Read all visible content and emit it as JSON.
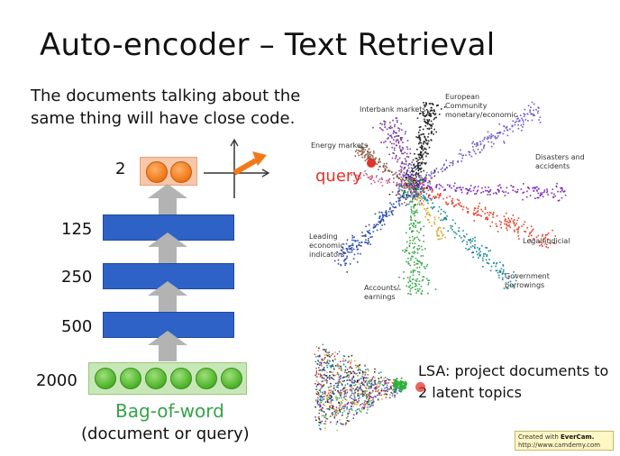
{
  "slide": {
    "title": "Auto-encoder – Text Retrieval",
    "description": "The documents talking about the same thing will have close code."
  },
  "encoder": {
    "layers": [
      {
        "size": "2",
        "kind": "code"
      },
      {
        "size": "125",
        "kind": "hidden"
      },
      {
        "size": "250",
        "kind": "hidden"
      },
      {
        "size": "500",
        "kind": "hidden"
      },
      {
        "size": "2000",
        "kind": "input"
      }
    ],
    "input_label": "Bag-of-word",
    "input_sublabel": "(document or query)"
  },
  "scatter_top": {
    "query_label": "query",
    "clusters": [
      {
        "label": "Interbank markets"
      },
      {
        "label": "European Community monetary/economic"
      },
      {
        "label": "Energy markets"
      },
      {
        "label": "Disasters and accidents"
      },
      {
        "label": "Leading economic indicators"
      },
      {
        "label": "Legal/judicial"
      },
      {
        "label": "Accounts/ earnings"
      },
      {
        "label": "Government borrowings"
      }
    ]
  },
  "lsa": {
    "label_line1": "LSA: project documents to",
    "label_line2": "2 latent topics"
  },
  "watermark": {
    "line1_prefix": "Created with",
    "brand": "EverCam.",
    "line2": "http://www.camdemy.com"
  },
  "colors": {
    "layer_blue": "#2f62c7",
    "code_orange": "#f07a1a",
    "bow_green": "#4fb52b",
    "query_red": "#e53228",
    "bow_label_green": "#36a34b"
  }
}
